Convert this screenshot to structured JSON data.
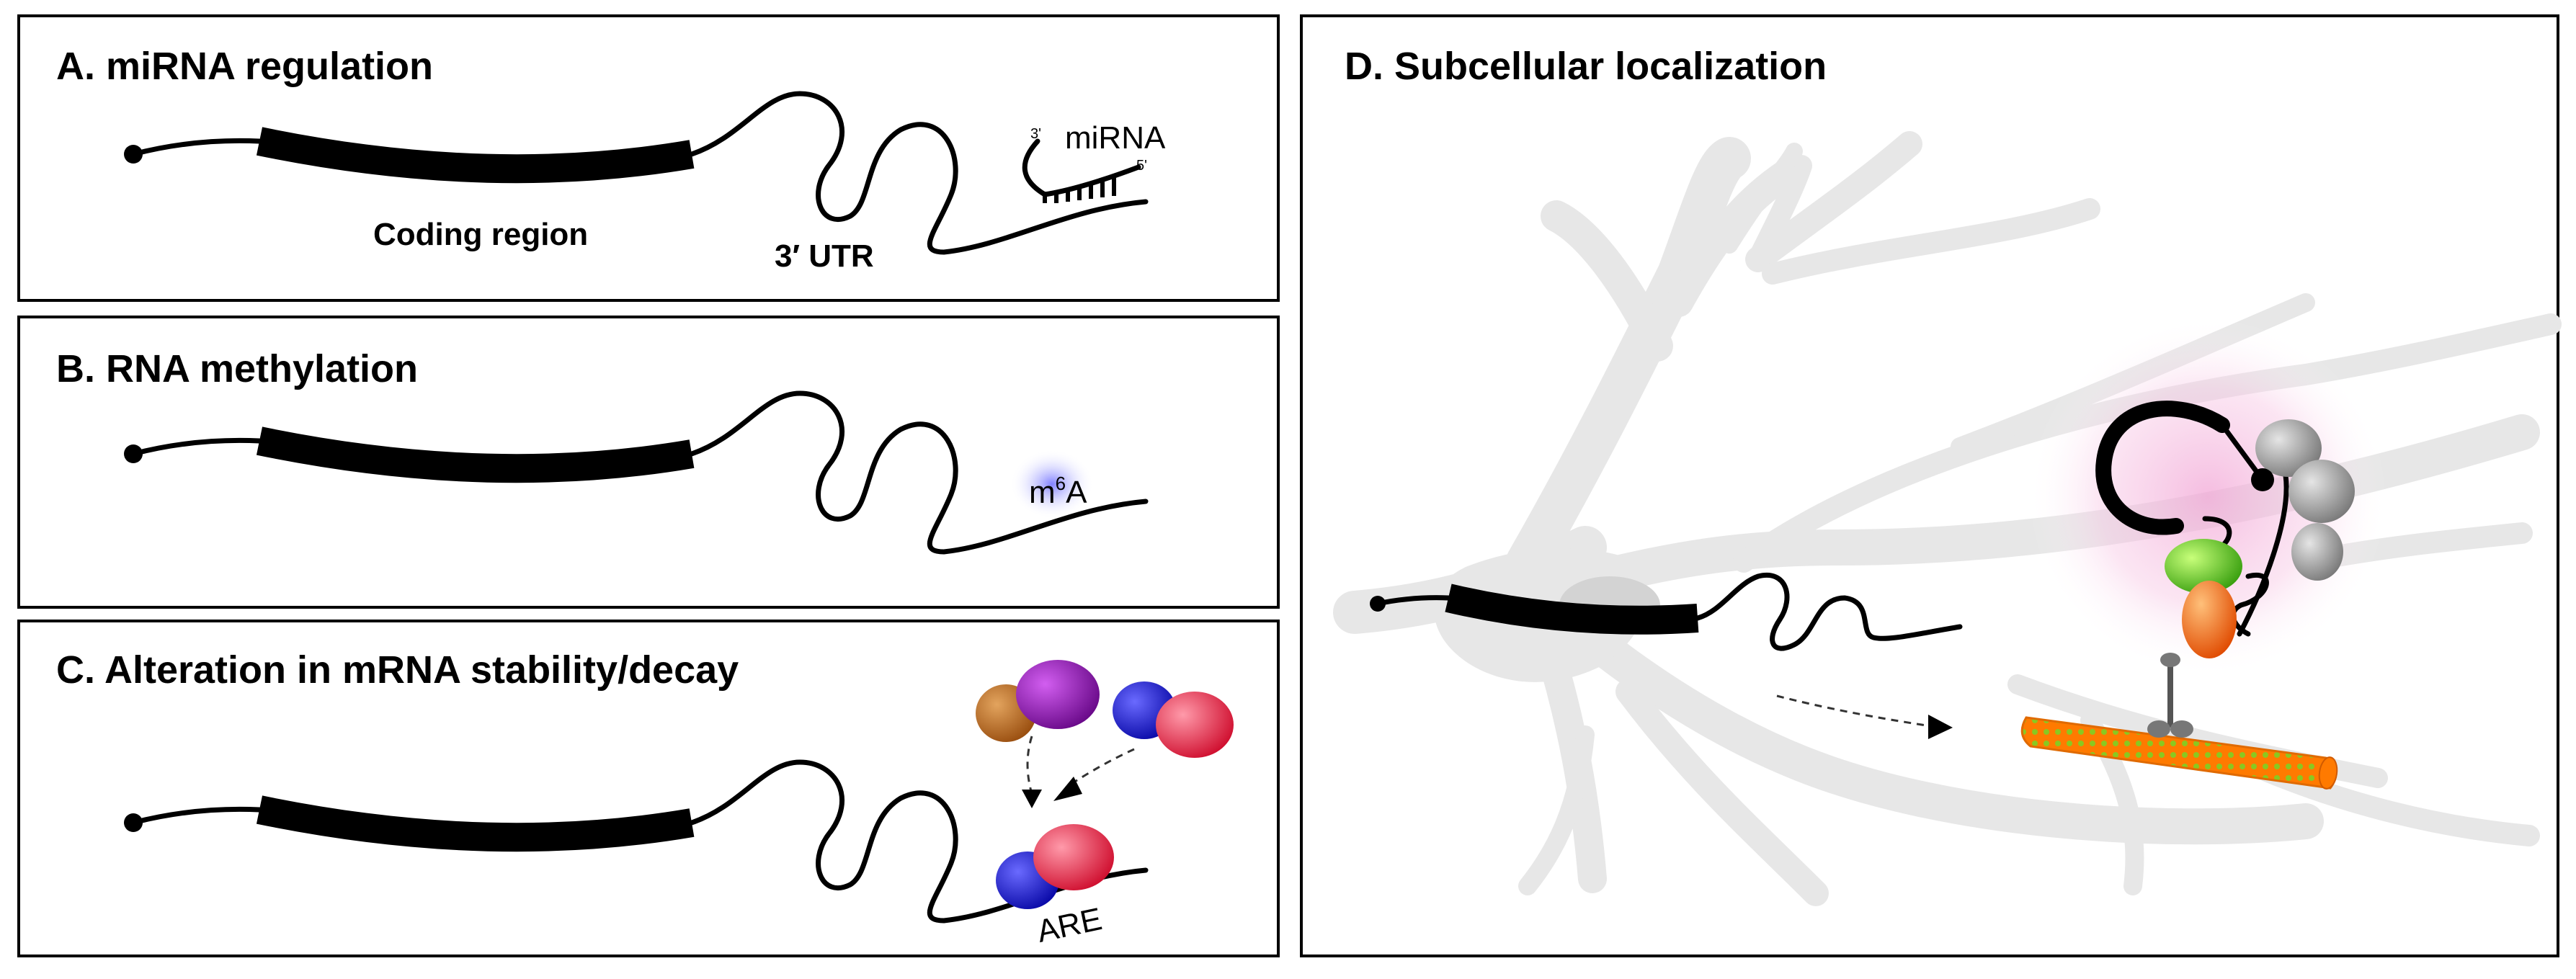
{
  "panels": {
    "a": {
      "title": "A. miRNA regulation",
      "coding": "Coding region",
      "utr": "3′ UTR",
      "mirna": "miRNA",
      "three_prime": "3'",
      "five_prime": "5'"
    },
    "b": {
      "title": "B. RNA methylation",
      "m6a_m": "m",
      "m6a_sup": "6",
      "m6a_a": "A"
    },
    "c": {
      "title": "C. Alteration in mRNA stability/decay",
      "are": "ARE"
    },
    "d": {
      "title": "D. Subcellular localization"
    }
  },
  "colors": {
    "orange_brown": "#b8651c",
    "purple": "#8a10b0",
    "blue": "#1a1ad8",
    "red": "#e8294a",
    "green": "#66d11c",
    "orange": "#ff6a00",
    "gray": "#9a9a9a",
    "m6a_glow": "#7a7aff",
    "pink_glow": "#f2a6d6",
    "microtubule": "#ff7a00"
  }
}
